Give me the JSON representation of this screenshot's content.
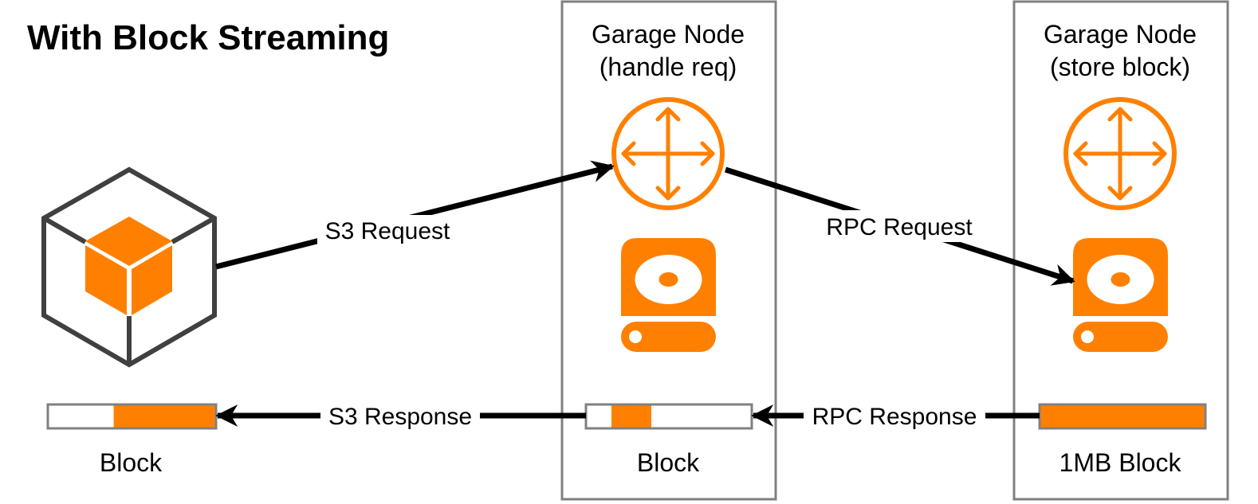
{
  "title": "With Block Streaming",
  "nodes": {
    "handle": {
      "line1": "Garage Node",
      "line2": "(handle req)"
    },
    "store": {
      "line1": "Garage Node",
      "line2": "(store block)"
    }
  },
  "edges": {
    "s3_request": "S3 Request",
    "rpc_request": "RPC Request",
    "s3_response": "S3 Response",
    "rpc_response": "RPC Response"
  },
  "blocks": {
    "client": {
      "label": "Block",
      "fill_fraction": 0.61
    },
    "handle": {
      "label": "Block",
      "fill_fraction": 0.23
    },
    "store": {
      "label": "1MB Block",
      "fill_fraction": 1.0
    }
  },
  "icons": {
    "client": "s3-bucket-cube-icon",
    "router": "router-arrows-icon",
    "disk": "hard-disk-icon"
  },
  "colors": {
    "accent": "#ff8000",
    "frame": "#808080",
    "dark": "#404040",
    "line": "#000000"
  }
}
